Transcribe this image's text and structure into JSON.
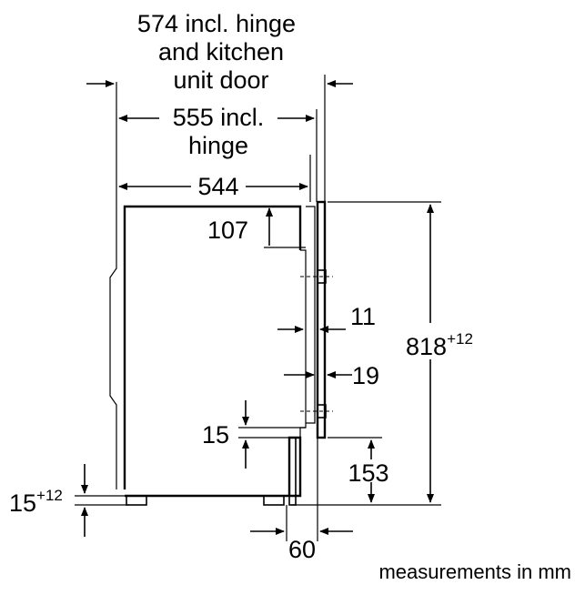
{
  "labels": {
    "width_total_line1": "574 incl. hinge",
    "width_total_line2": "and kitchen",
    "width_total_line3": "unit door",
    "width_hinge_line1": "555 incl.",
    "width_hinge_line2": "hinge",
    "width_body": "544",
    "top_gap": "107",
    "door_gap": "11",
    "door_thickness": "19",
    "bottom_gap": "15",
    "height_main": "818",
    "height_tolerance": "+12",
    "plinth_height": "153",
    "foot_adjust": "15",
    "foot_tolerance": "+12",
    "plinth_depth": "60",
    "units_note": "measurements in mm"
  }
}
